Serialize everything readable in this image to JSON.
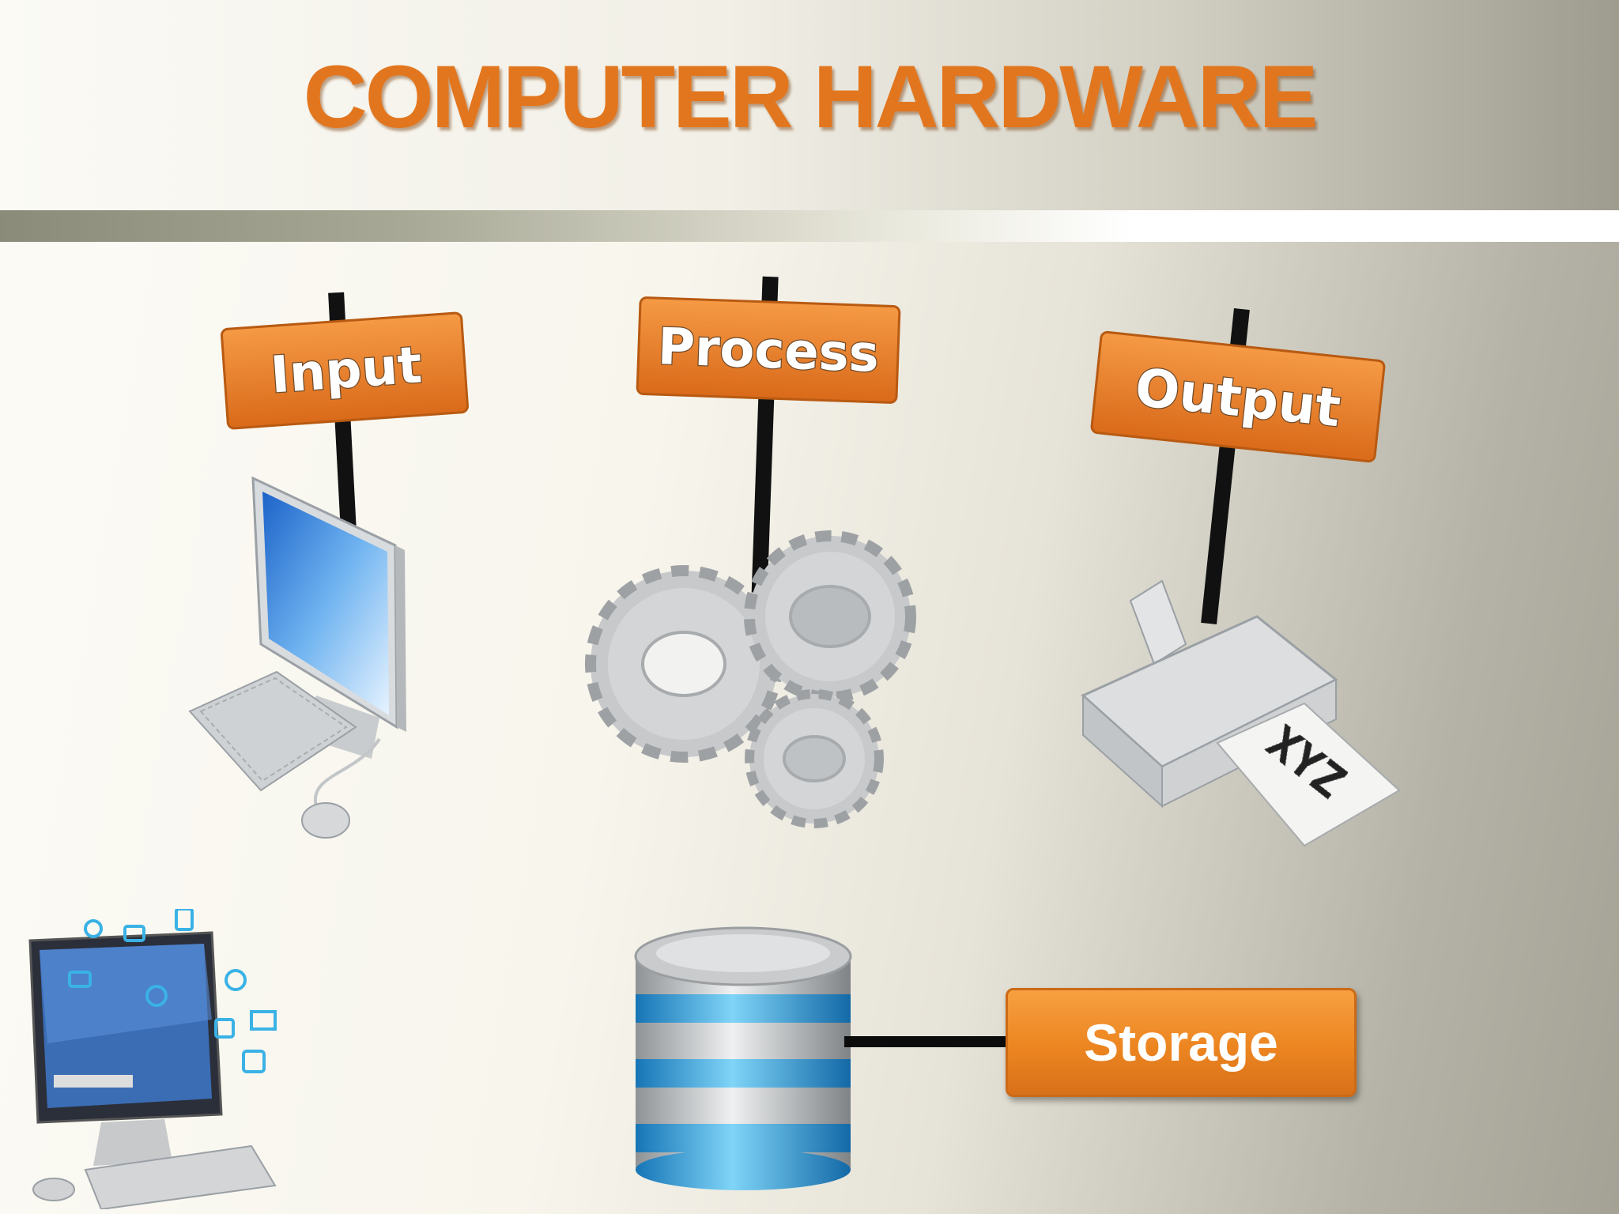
{
  "slide": {
    "title": "COMPUTER HARDWARE"
  },
  "signs": {
    "input": "Input",
    "process": "Process",
    "output": "Output"
  },
  "printer": {
    "paper_text": "XYZ"
  },
  "storage": {
    "label": "Storage"
  },
  "colors": {
    "title_orange": "#e2761e",
    "sign_orange": "#ec8520",
    "db_blue": "#3ab2e6",
    "db_silver": "#b9bdc0"
  }
}
